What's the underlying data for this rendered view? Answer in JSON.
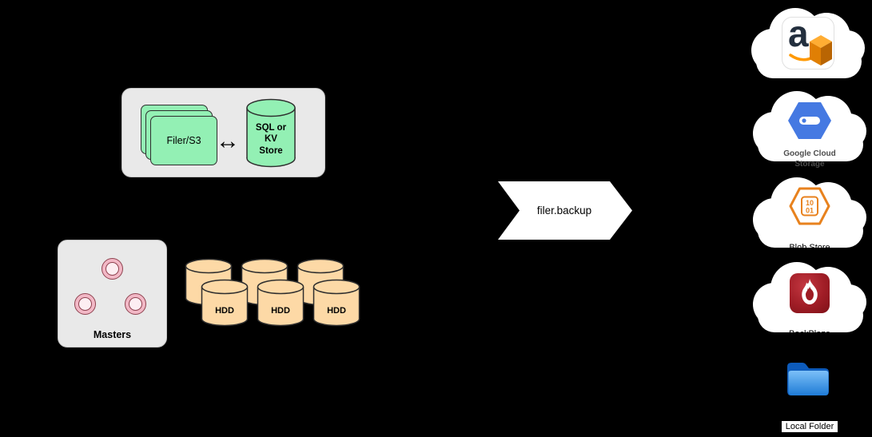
{
  "canvas": {
    "background": "#000000"
  },
  "filer_group": {
    "filer_label": "Filer/S3",
    "sync_arrow": "↔",
    "store_label": "SQL or KV Store"
  },
  "masters_group": {
    "label": "Masters"
  },
  "volume_group": {
    "hdd_labels": [
      "HDD",
      "HDD",
      "HDD"
    ]
  },
  "backup_process": {
    "label": "filer.backup"
  },
  "destinations": {
    "aws": {
      "logo_letter": "a"
    },
    "google_cloud_storage": {
      "label_line1": "Google Cloud",
      "label_line2": "Storage"
    },
    "blob_store": {
      "label": "Blob Store",
      "binary_top": "10",
      "binary_bottom": "01"
    },
    "backblaze": {
      "label": "BackBlaze"
    },
    "local_folder": {
      "label": "Local Folder"
    }
  },
  "colors": {
    "node_green": "#93f0b4",
    "hdd_peach": "#fdd9a6",
    "group_gray": "#e9e9e9",
    "master_pink": "#f2b8c6",
    "gcs_blue": "#4285f4",
    "aws_orange": "#ff9900",
    "blob_orange": "#e8821e",
    "backblaze_red": "#a01d26",
    "folder_blue": "#1e7bd6",
    "banner_white": "#ffffff"
  }
}
